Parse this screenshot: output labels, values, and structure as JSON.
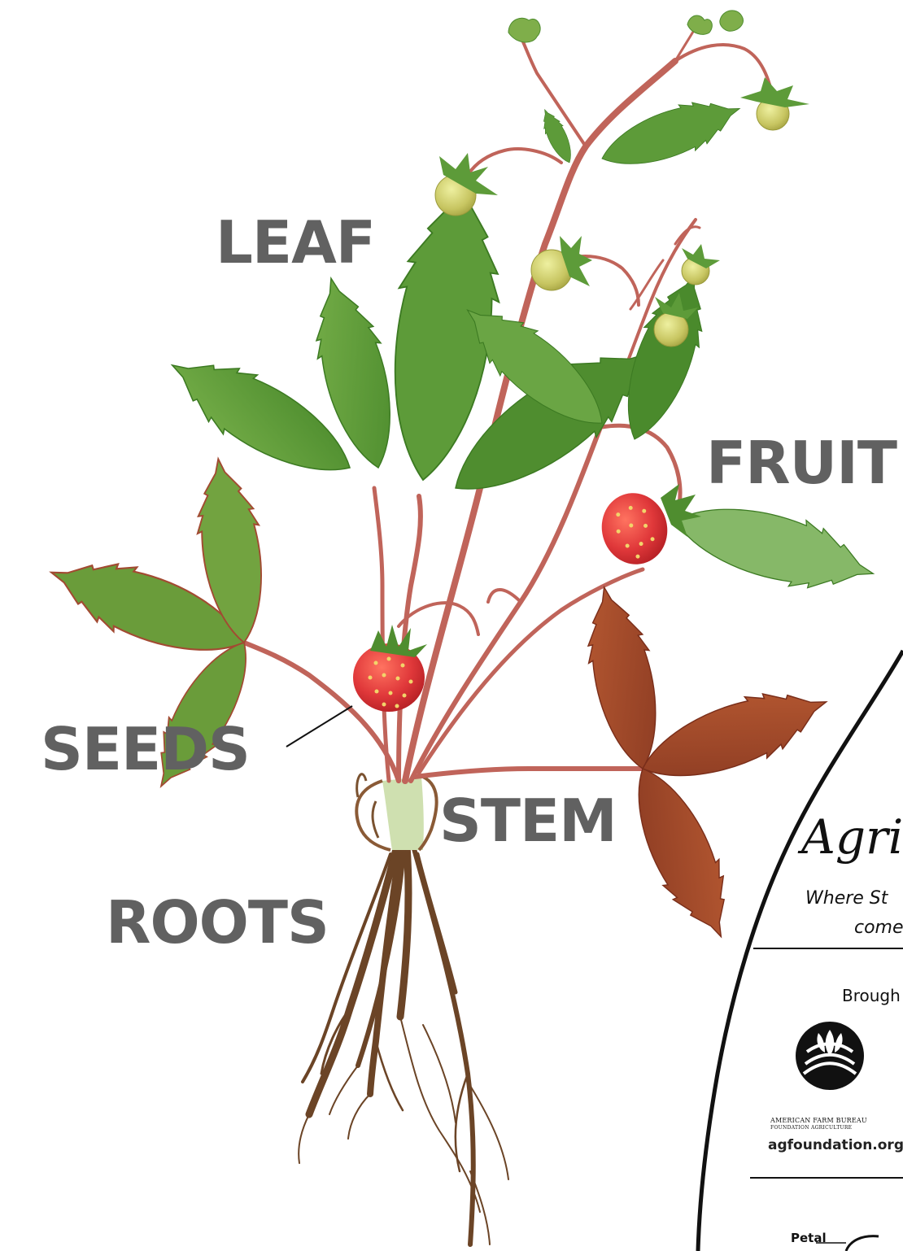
{
  "diagram": {
    "labels": {
      "leaf": "LEAF",
      "fruit": "FRUIT",
      "seeds": "SEEDS",
      "stem": "STEM",
      "roots": "ROOTS"
    },
    "colors": {
      "label_text": "#616161",
      "leaf_green": "#5f9a38",
      "leaf_red": "#a4442c",
      "stem": "#c0645a",
      "fruit_red": "#e0383a",
      "fruit_unripe": "#c7c561",
      "root": "#6b4426"
    }
  },
  "cover": {
    "title": "Agri",
    "tagline_line1": "Where St",
    "tagline_line2": "come",
    "brought": "Brough",
    "org_line1": "AMERICAN FARM BUREAU",
    "org_line2": "FOUNDATION  AGRICULTURE",
    "url": "agfoundation.org",
    "petal_label": "Petal"
  }
}
